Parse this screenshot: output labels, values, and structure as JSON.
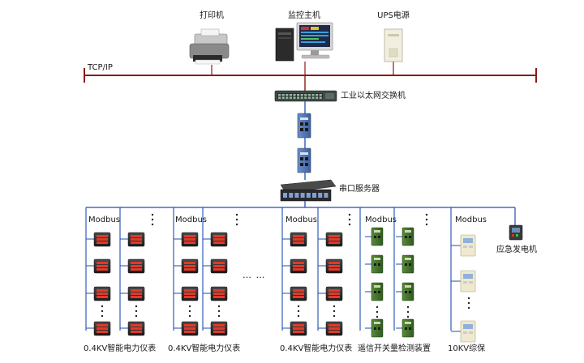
{
  "top": {
    "printer_label": "打印机",
    "monitor_label": "监控主机",
    "ups_label": "UPS电源",
    "network_label": "TCP/IP"
  },
  "middle": {
    "switch_label": "工业以太网交换机",
    "server_label": "串口服务器"
  },
  "bottom": {
    "modbus": [
      "Modbus",
      "Modbus",
      "Modbus",
      "Modbus",
      "Modbus"
    ],
    "groups": [
      "0.4KV智能电力仪表",
      "0.4KV智能电力仪表",
      "0.4KV智能电力仪表",
      "遥信开关量检测装置",
      "10KV综保"
    ],
    "generator_label": "应急发电机",
    "ellipsis": "… …"
  },
  "colors": {
    "bus_line": "#8b1a1a",
    "net_line": "#1f4fb0"
  }
}
